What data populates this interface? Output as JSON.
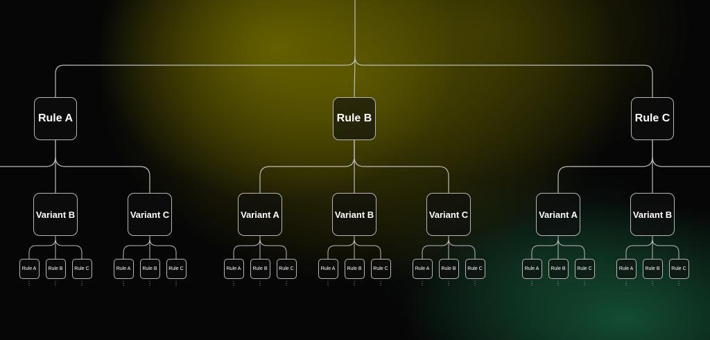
{
  "diagram": {
    "continuation_marker": "⋮",
    "roots": [
      {
        "label": "Rule A",
        "variants": [
          {
            "label": "Variant B",
            "leaves": [
              "Rule A",
              "Rule B",
              "Rule C"
            ]
          },
          {
            "label": "Variant C",
            "leaves": [
              "Rule A",
              "Rule B",
              "Rule C"
            ]
          }
        ]
      },
      {
        "label": "Rule B",
        "variants": [
          {
            "label": "Variant A",
            "leaves": [
              "Rule A",
              "Rule B",
              "Rule C"
            ]
          },
          {
            "label": "Variant B",
            "leaves": [
              "Rule A",
              "Rule B",
              "Rule C"
            ]
          },
          {
            "label": "Variant C",
            "leaves": [
              "Rule A",
              "Rule B",
              "Rule C"
            ]
          }
        ]
      },
      {
        "label": "Rule C",
        "variants": [
          {
            "label": "Variant A",
            "leaves": [
              "Rule A",
              "Rule B",
              "Rule C"
            ]
          },
          {
            "label": "Variant B",
            "leaves": [
              "Rule A",
              "Rule B",
              "Rule C"
            ]
          }
        ]
      }
    ]
  },
  "colors": {
    "line": "#bdbdbd",
    "node_border": "#b8b8b8",
    "text": "#ffffff",
    "background": "#060606",
    "glow_yellow": "#686200",
    "glow_green": "#145034"
  }
}
